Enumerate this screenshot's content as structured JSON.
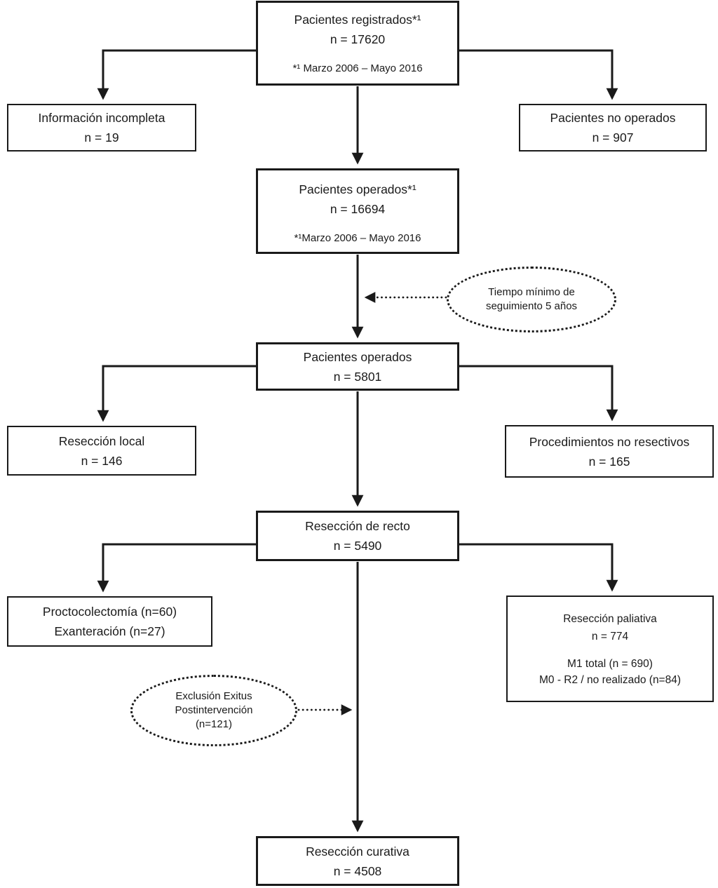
{
  "figure": {
    "type": "flowchart",
    "language": "es",
    "colors": {
      "line": "#1a1a1a",
      "background": "#ffffff"
    }
  },
  "nodes": {
    "registrados": {
      "title": "Pacientes registrados*¹",
      "n": "n = 17620",
      "footnote": "*¹ Marzo 2006 – Mayo 2016"
    },
    "incompleta": {
      "title": "Información incompleta",
      "n": "n = 19"
    },
    "no_operados": {
      "title": "Pacientes no operados",
      "n": "n = 907"
    },
    "operados_all": {
      "title": "Pacientes operados*¹",
      "n": "n = 16694",
      "footnote": "*¹Marzo 2006 – Mayo 2016"
    },
    "tiempo": {
      "line1": "Tiempo mínimo de",
      "line2": "seguimiento 5 años"
    },
    "operados_5y": {
      "title": "Pacientes operados",
      "n": "n = 5801"
    },
    "reseccion_local": {
      "title": "Resección local",
      "n": "n = 146"
    },
    "no_resectivos": {
      "title": "Procedimientos no resectivos",
      "n": "n = 165"
    },
    "reseccion_recto": {
      "title": "Resección de recto",
      "n": "n = 5490"
    },
    "proctocolectomia": {
      "line1": "Proctocolectomía (n=60)",
      "line2": "Exanteración (n=27)"
    },
    "paliativa": {
      "title": "Resección paliativa",
      "n": "n = 774",
      "detail1": "M1 total (n = 690)",
      "detail2": "M0 - R2 / no realizado (n=84)"
    },
    "exclusion": {
      "line1": "Exclusión Exitus",
      "line2": "Postintervención",
      "line3": "(n=121)"
    },
    "curativa": {
      "title": "Resección curativa",
      "n": "n = 4508"
    }
  }
}
